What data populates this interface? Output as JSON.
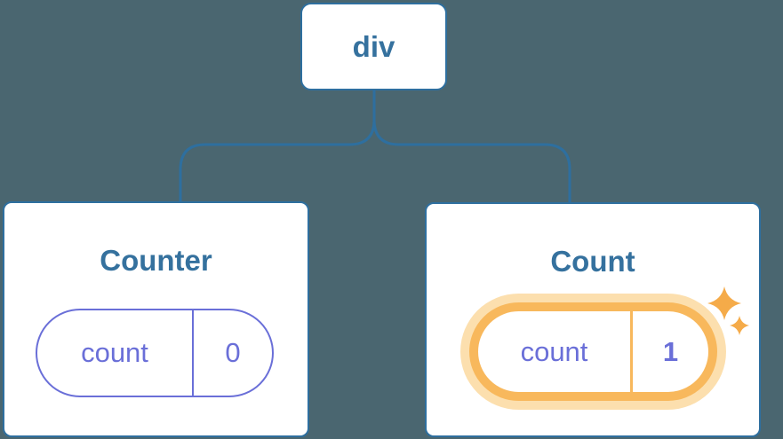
{
  "colors": {
    "background": "#4a6670",
    "line": "#2e6f9f",
    "node_text": "#35719e",
    "pill": "#6a6fd8",
    "highlight": "#f8b85c",
    "highlight_glow": "#fcdfae",
    "sparkle": "#f5ab49",
    "card_bg": "#ffffff"
  },
  "tree": {
    "root": {
      "label": "div"
    },
    "nodes": [
      {
        "title": "Counter",
        "state_key": "count",
        "state_value": "0",
        "highlighted": false
      },
      {
        "title": "Count",
        "state_key": "count",
        "state_value": "1",
        "highlighted": true,
        "icon": "sparkles-icon"
      }
    ]
  }
}
